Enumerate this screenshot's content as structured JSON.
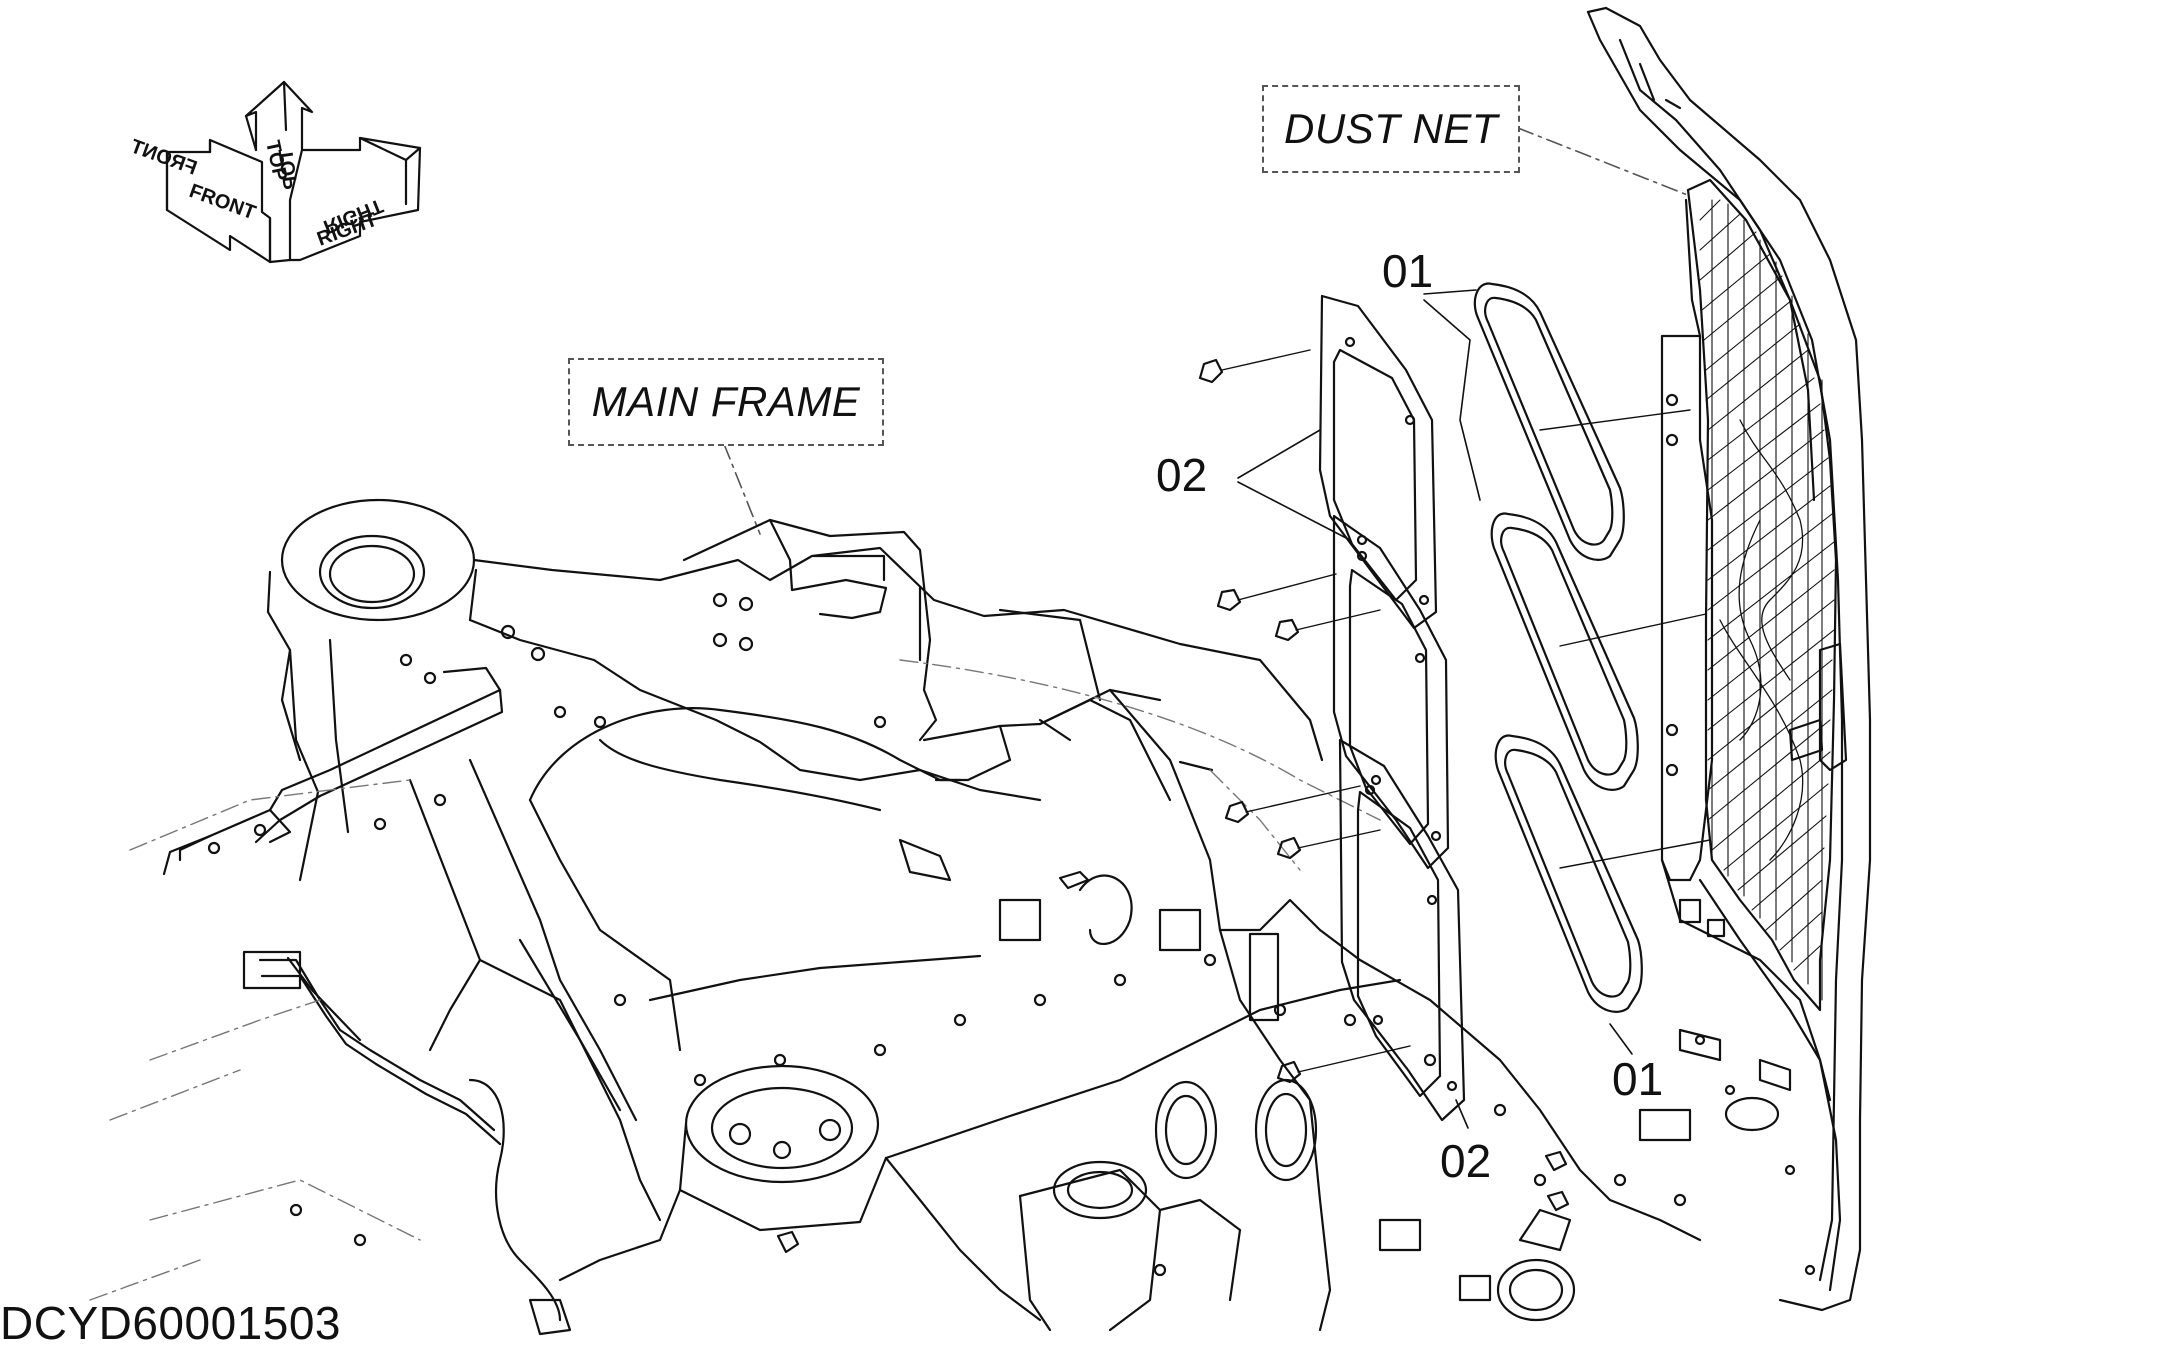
{
  "labels": {
    "main_frame": "MAIN FRAME",
    "dust_net": "DUST NET",
    "part_01_top": "01",
    "part_02_left": "02",
    "part_01_bottom": "01",
    "part_02_bottom": "02",
    "drawing_code": "DCYD60001503"
  },
  "orientation": {
    "front": "FRONT",
    "front_mirror": "FRONT",
    "top": "TOP",
    "top_mirror": "TOP",
    "right": "RIGHT",
    "right_mirror": "RIGHT"
  },
  "icons": [
    "orientation-arrows-icon",
    "bolt-icon",
    "gasket-icon",
    "seal-icon",
    "dust-net-mesh-icon"
  ],
  "colors": {
    "line": "#111111",
    "leader": "#555555",
    "background": "#ffffff"
  }
}
